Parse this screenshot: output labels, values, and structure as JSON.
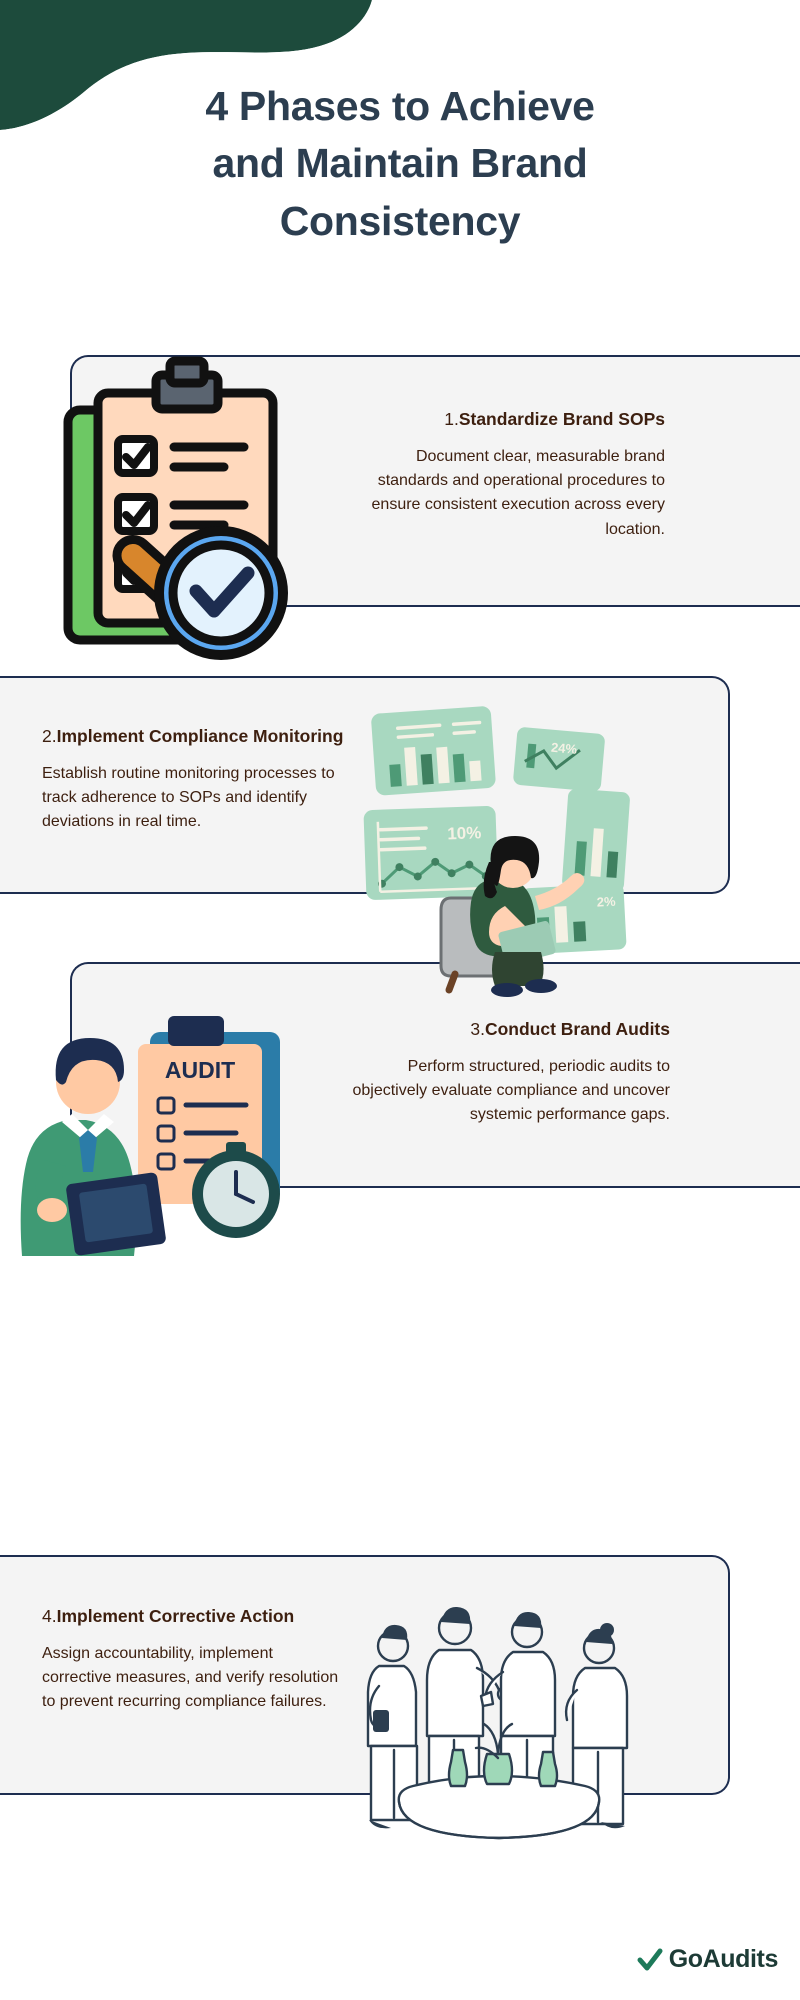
{
  "theme": {
    "green": "#1d4b3c",
    "navy": "#1d2d50",
    "title_color": "#2c3e50",
    "text_color": "#3d1f0f",
    "card_bg": "#f4f4f4",
    "accent_mint": "#a8d8c0",
    "page_bg": "#ffffff"
  },
  "header": {
    "title": "4 Phases to Achieve and Maintain Brand Consistency",
    "title_lines": [
      "4 Phases to Achieve",
      "and Maintain Brand",
      "Consistency"
    ]
  },
  "phases": [
    {
      "number": "1.",
      "heading": "Standardize Brand SOPs",
      "body": "Document clear, measurable brand standards and operational procedures to ensure consistent execution across every location.",
      "align": "right",
      "illustration": "clipboard-checklist-magnifier-icon"
    },
    {
      "number": "2.",
      "heading": "Implement Compliance Monitoring",
      "body": "Establish routine monitoring processes to track adherence to SOPs and identify deviations in real time.",
      "align": "left",
      "illustration": "analyst-dashboard-charts-icon"
    },
    {
      "number": "3.",
      "heading": "Conduct Brand Audits",
      "body": "Perform structured, periodic audits to objectively evaluate compliance and uncover systemic performance gaps.",
      "align": "right",
      "illustration": "auditor-clipboard-stopwatch-icon"
    },
    {
      "number": "4.",
      "heading": "Implement Corrective Action",
      "body": "Assign accountability, implement corrective measures, and verify resolution to prevent recurring compliance failures.",
      "align": "left",
      "illustration": "team-meeting-table-icon"
    }
  ],
  "illustration_labels": {
    "audit_clipboard_text": "AUDIT",
    "chart_value_percent": "10%",
    "chart_value_upper_right": "24%",
    "chart_value_lower_right": "2%"
  },
  "footer": {
    "brand_name": "GoAudits",
    "check_icon": "check-mark-icon"
  }
}
